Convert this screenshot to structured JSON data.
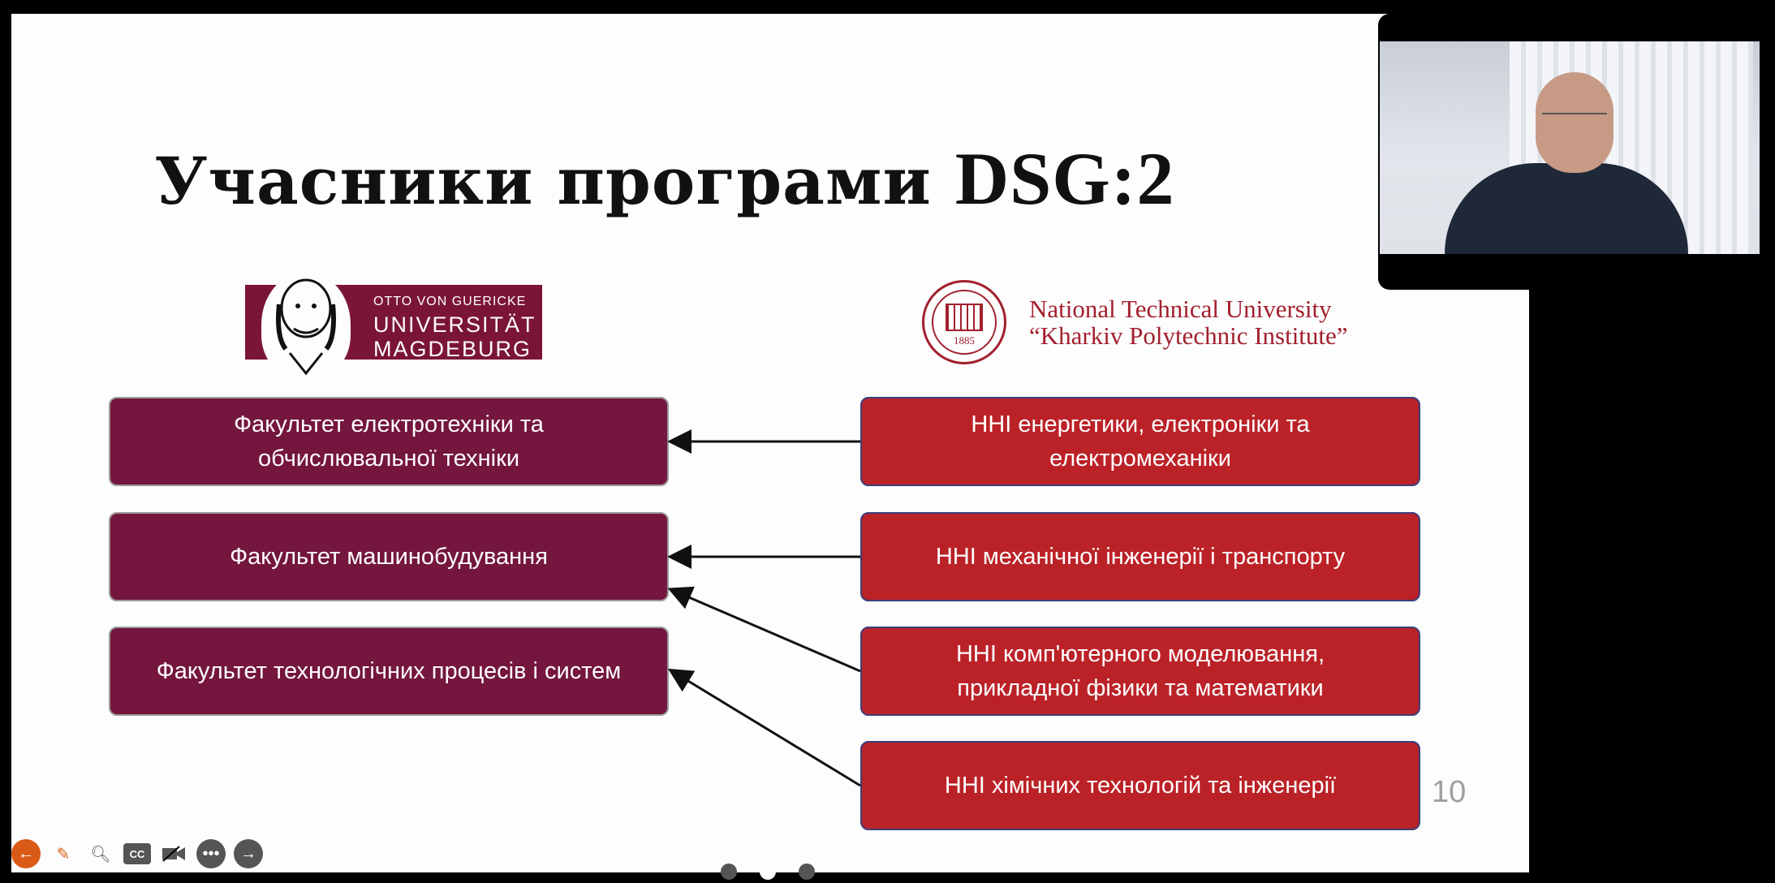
{
  "slide": {
    "title_prefix": "Учасники програми",
    "title_suffix": "DSG:2",
    "page_number": "10"
  },
  "logos": {
    "ovgu": {
      "line1": "OTTO VON GUERICKE",
      "line2": "UNIVERSITÄT",
      "line3": "MAGDEBURG"
    },
    "khpi": {
      "year": "1885",
      "line1": "National Technical University",
      "line2": "“Kharkiv Polytechnic Institute”"
    }
  },
  "left_boxes": [
    "Факультет електротехніки та\nобчислювальної техніки",
    "Факультет машинобудування",
    "Факультет технологічних процесів і систем"
  ],
  "right_boxes": [
    "ННІ енергетики, електроніки та\nелектромеханіки",
    "ННІ механічної інженерії і транспорту",
    "ННІ комп'ютерного моделювання,\nприкладної фізики та математики",
    "ННІ хімічних технологій та інженерії"
  ],
  "colors": {
    "left_box": "#74163d",
    "right_box": "#bb2228",
    "ovgu_brand": "#7b1538",
    "khpi_brand": "#a21f2d"
  },
  "toolbar": {
    "icons": [
      "back-arrow-icon",
      "pen-icon",
      "zoom-icon",
      "captions-icon",
      "video-off-icon",
      "more-icon",
      "forward-arrow-icon"
    ],
    "cc_label": "CC"
  }
}
